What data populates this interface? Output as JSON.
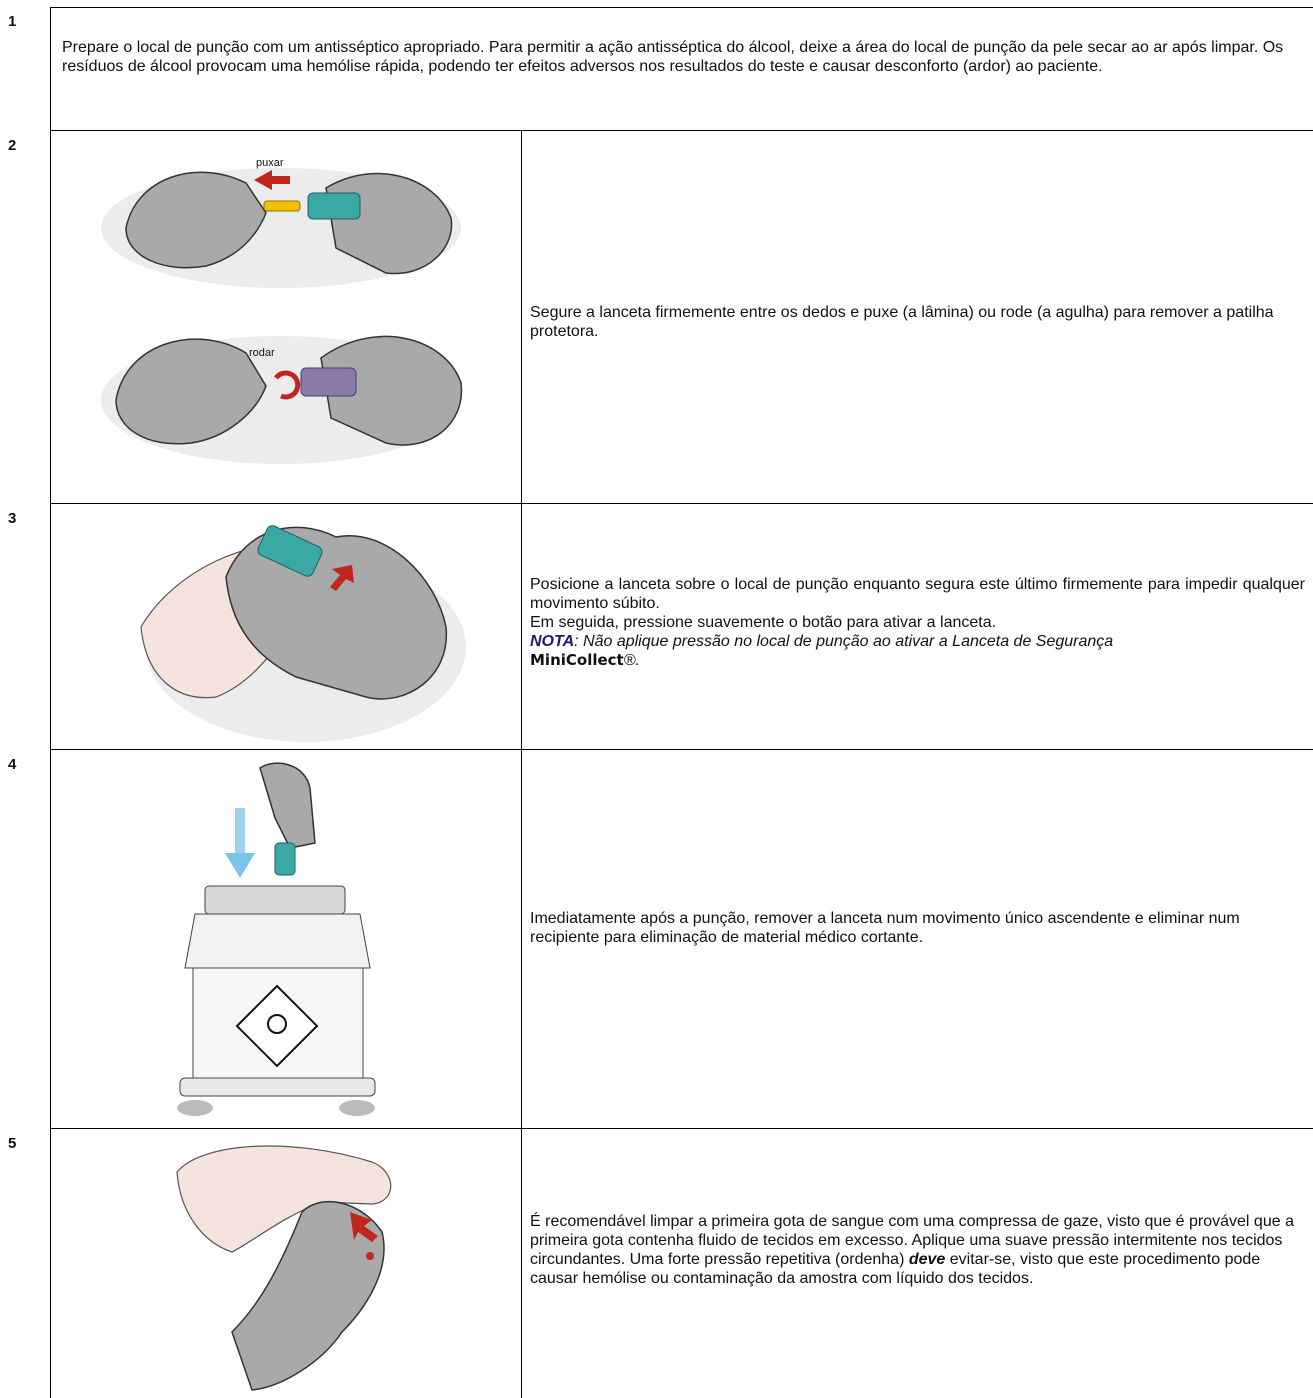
{
  "steps": [
    {
      "number": "1",
      "text": "Prepare o local de punção com um antisséptico apropriado. Para permitir a ação antisséptica do álcool, deixe a área do local de punção da pele secar ao ar após limpar. Os resíduos de álcool provocam uma hemólise rápida, podendo ter efeitos adversos nos resultados do teste e causar desconforto (ardor) ao paciente."
    },
    {
      "number": "2",
      "text": "Segure a lanceta firmemente entre os dedos e puxe (a lâmina) ou rode (a agulha) para remover a patilha protetora.",
      "labels": {
        "pull": "puxar",
        "rotate": "rodar"
      }
    },
    {
      "number": "3",
      "lines": [
        "Posicione a lanceta sobre o local de punção enquanto segura este último firmemente para impedir qualquer movimento súbito.",
        "Em seguida, pressione suavemente o botão para ativar a lanceta."
      ],
      "note_label": "NOTA",
      "note_text": ": Não aplique pressão no local de punção ao ativar a Lanceta de Segurança",
      "brand": "MiniCollect",
      "brand_suffix": "®."
    },
    {
      "number": "4",
      "text": "Imediatamente após a punção, remover a lanceta num movimento único ascendente e eliminar num recipiente para eliminação de material médico cortante."
    },
    {
      "number": "5",
      "text_before": "É recomendável limpar a primeira gota de sangue com uma compressa de gaze, visto que é provável que a primeira gota contenha fluido de tecidos em excesso. Aplique uma suave pressão intermitente nos tecidos circundantes. Uma forte pressão repetitiva (ordenha) ",
      "emphasis": "deve",
      "text_after": " evitar-se, visto que este procedimento pode causar hemólise ou contaminação da amostra com líquido dos tecidos."
    }
  ],
  "colors": {
    "hand": "#a9a9a9",
    "arrow": "#c0261c",
    "lancet_teal": "#3aa9a4",
    "lancet_purple": "#8a7aa8",
    "blue_arrow": "#7fc2e8"
  }
}
